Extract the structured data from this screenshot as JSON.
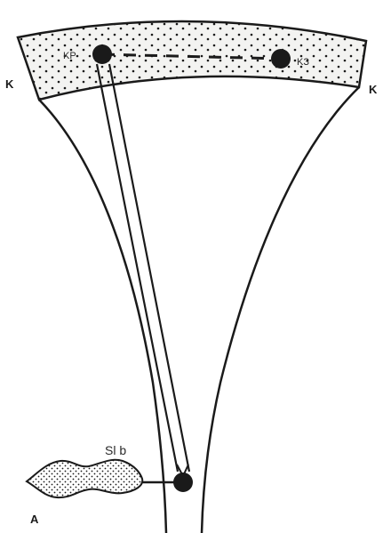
{
  "labels": {
    "left_k": "K",
    "right_k": "K",
    "kp": "KP",
    "kz": "KЗ",
    "slb": "Sl b",
    "panel": "A"
  },
  "colors": {
    "ink": "#1a1a1a",
    "band_fill": "#f3f3f1",
    "background": "#ffffff"
  }
}
